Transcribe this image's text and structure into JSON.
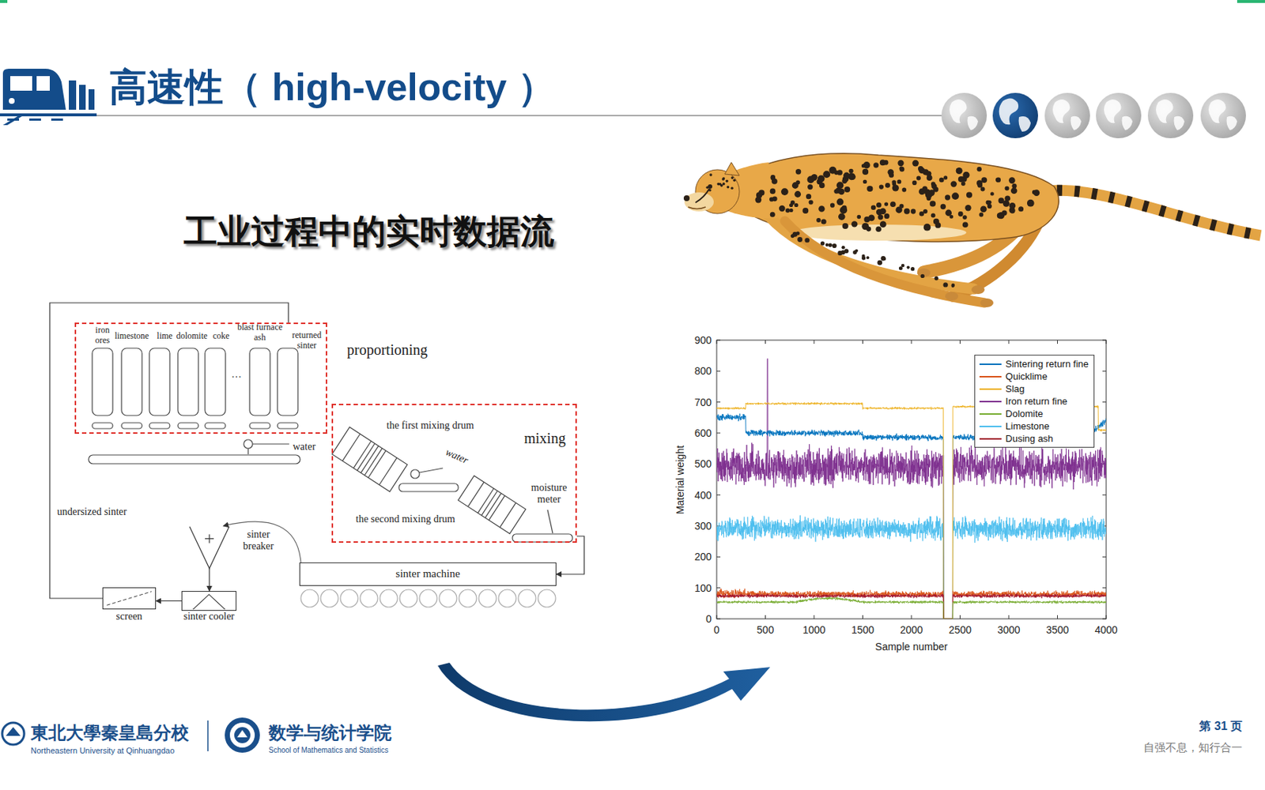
{
  "diagram": {
    "title": "高速性（ high-velocity ）",
    "nodes": [
      {
        "text": [
          "proportioning"
        ]
      },
      {
        "text": [
          "mixing"
        ]
      },
      {
        "text": [
          "sinter breaker"
        ]
      },
      {
        "text": [
          "sinter machine"
        ]
      },
      {
        "text": [
          "screen"
        ]
      },
      {
        "text": [
          "sinter cooler"
        ]
      }
    ],
    "edges": [
      {
        "from": 1,
        "to": 3,
        "arrow": "to"
      },
      {
        "from": 3,
        "to": 2,
        "arrow": "to"
      },
      {
        "from": 2,
        "to": 5,
        "arrow": "to"
      },
      {
        "from": 5,
        "to": 4,
        "arrow": "to"
      },
      {
        "from": 4,
        "to": 0,
        "label": "undersized sinter",
        "arrow": "none"
      }
    ],
    "labels": [
      "工业过程中的实时数据流",
      "iron ores",
      "limestone",
      "lime",
      "dolomite",
      "coke",
      "…",
      "blast furnace ash",
      "returned sinter",
      "water",
      "the first mixing drum",
      "water",
      "moisture meter",
      "the second mixing drum",
      "900",
      "800",
      "700",
      "600",
      "500",
      "400",
      "300",
      "200",
      "100",
      "0",
      "0",
      "500",
      "1000",
      "1500",
      "2000",
      "2500",
      "3000",
      "3500",
      "4000",
      "Material weight",
      "Sample number",
      "東北大學秦皇島分校",
      "Northeastern University at Qinhuangdao",
      "数学与统计学院",
      "School of Mathematics and Statistics",
      "第 31 页",
      "自强不息，知行合一"
    ],
    "legend": [
      {
        "text": "Sintering return fine",
        "color": "#0072bd"
      },
      {
        "text": "Quicklime",
        "color": "#d95319"
      },
      {
        "text": "Slag",
        "color": "#edb120"
      },
      {
        "text": "Iron return fine",
        "color": "#7e2f8e"
      },
      {
        "text": "Dolomite",
        "color": "#77ac30"
      },
      {
        "text": "Limestone",
        "color": "#4dbeee"
      },
      {
        "text": "Dusing ash",
        "color": "#a2142f"
      }
    ]
  }
}
